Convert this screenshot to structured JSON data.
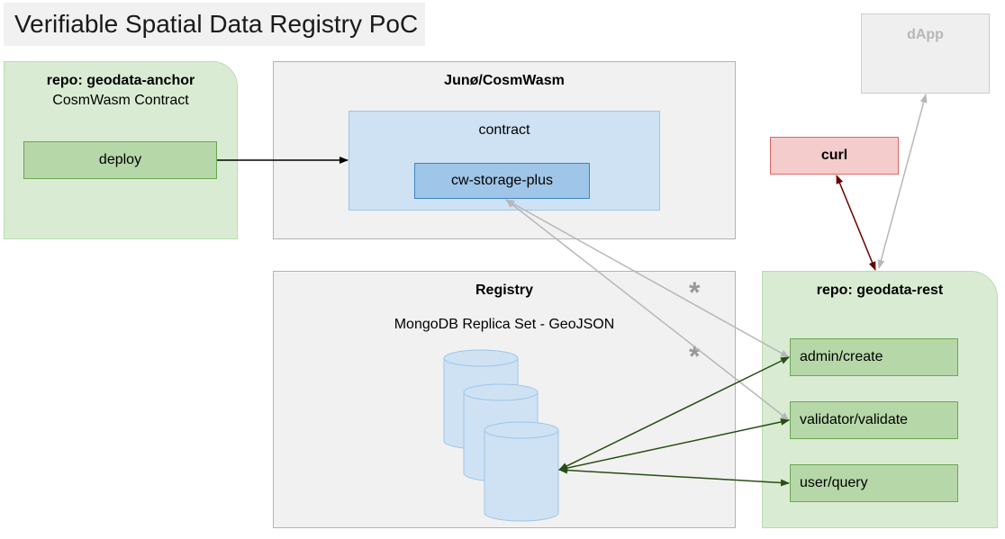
{
  "title": "Verifiable Spatial Data Registry PoC",
  "anchor_panel": {
    "title": "repo: geodata-anchor",
    "subtitle": "CosmWasm Contract",
    "deploy_label": "deploy"
  },
  "juno_panel": {
    "title": "Junø/CosmWasm",
    "contract_label": "contract",
    "storage_label": "cw-storage-plus"
  },
  "registry_panel": {
    "title": "Registry",
    "subtitle": "MongoDB Replica Set - GeoJSON"
  },
  "rest_panel": {
    "title": "repo: geodata-rest",
    "endpoints": [
      "admin/create",
      "validator/validate",
      "user/query"
    ]
  },
  "curl_label": "curl",
  "dapp_label": "dApp",
  "annotations": [
    "*",
    "*"
  ],
  "colors": {
    "green_panel": "#d9ecd3",
    "green_button": "#b6d7a8",
    "blue_contract": "#cfe2f3",
    "blue_storage": "#9fc5e8",
    "red_curl": "#f4cccc",
    "gray_panel": "#f1f1f1",
    "arrow_black": "#000000",
    "arrow_gray": "#b7b7b7",
    "arrow_dark_green": "#274e13",
    "arrow_dark_red": "#660000"
  }
}
